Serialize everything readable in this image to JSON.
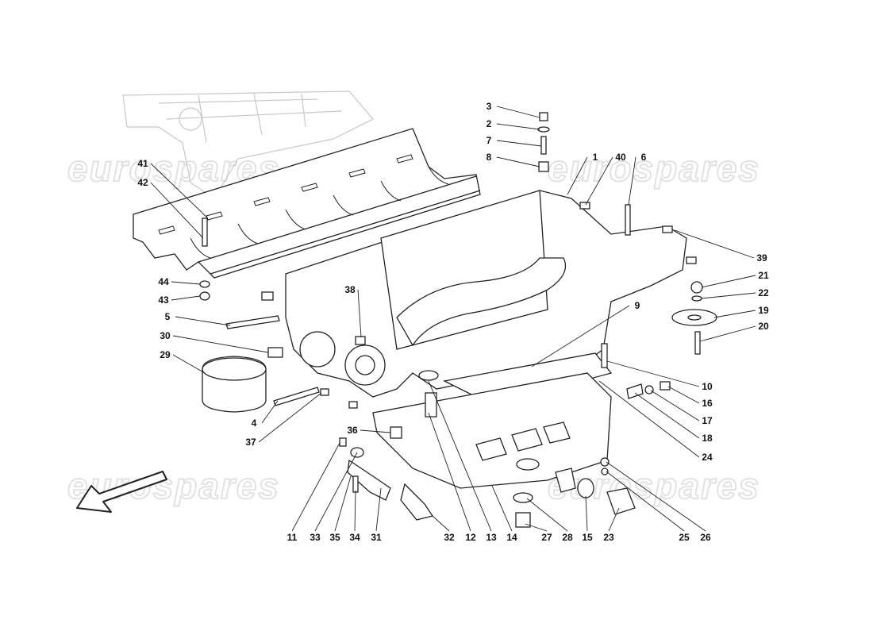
{
  "watermark": "eurospares",
  "callouts": [
    "3",
    "2",
    "7",
    "8",
    "1",
    "40",
    "6",
    "41",
    "42",
    "39",
    "21",
    "22",
    "19",
    "20",
    "44",
    "43",
    "38",
    "9",
    "5",
    "30",
    "29",
    "10",
    "16",
    "17",
    "18",
    "24",
    "4",
    "36",
    "37",
    "11",
    "33",
    "35",
    "34",
    "31",
    "32",
    "12",
    "13",
    "14",
    "27",
    "28",
    "15",
    "23",
    "25",
    "26"
  ],
  "direction_arrow": "arrow-icon"
}
